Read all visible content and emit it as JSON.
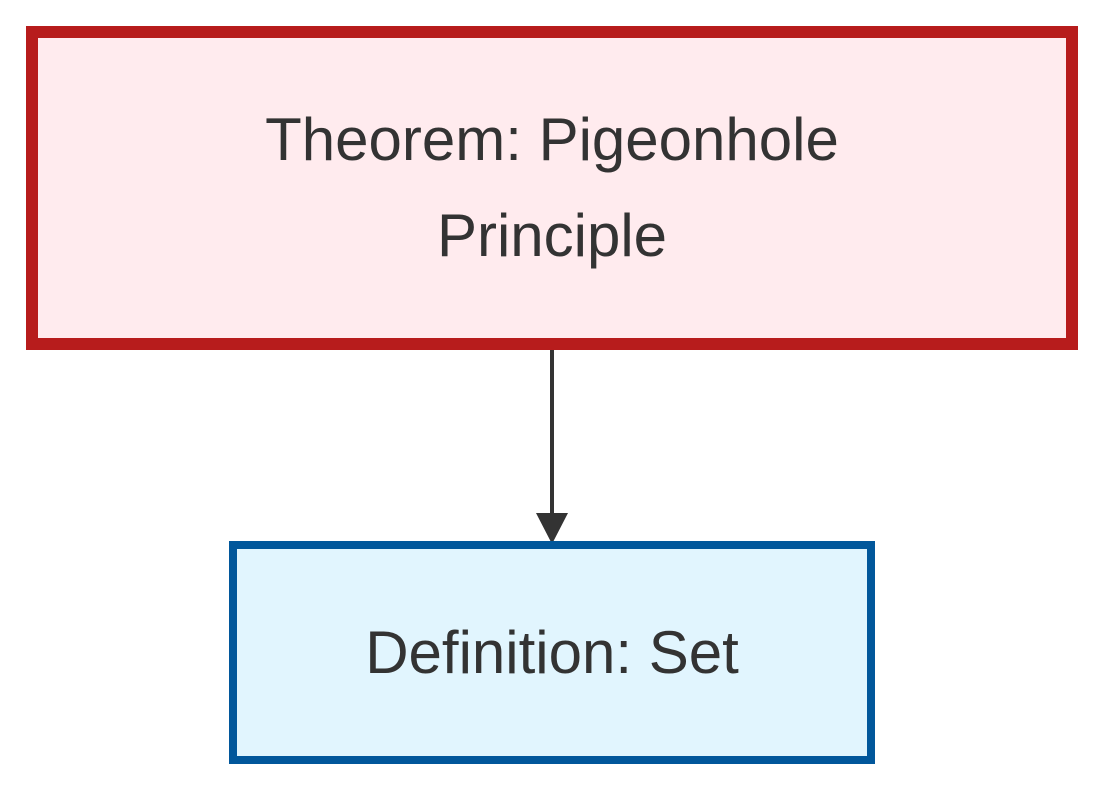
{
  "nodes": {
    "theorem": {
      "label": "Theorem: Pigeonhole Principle",
      "fill": "#ffebee",
      "stroke": "#b71c1c"
    },
    "definition": {
      "label": "Definition: Set",
      "fill": "#e1f5fe",
      "stroke": "#01579b"
    }
  },
  "edges": [
    {
      "from": "theorem",
      "to": "definition",
      "color": "#333333"
    }
  ]
}
